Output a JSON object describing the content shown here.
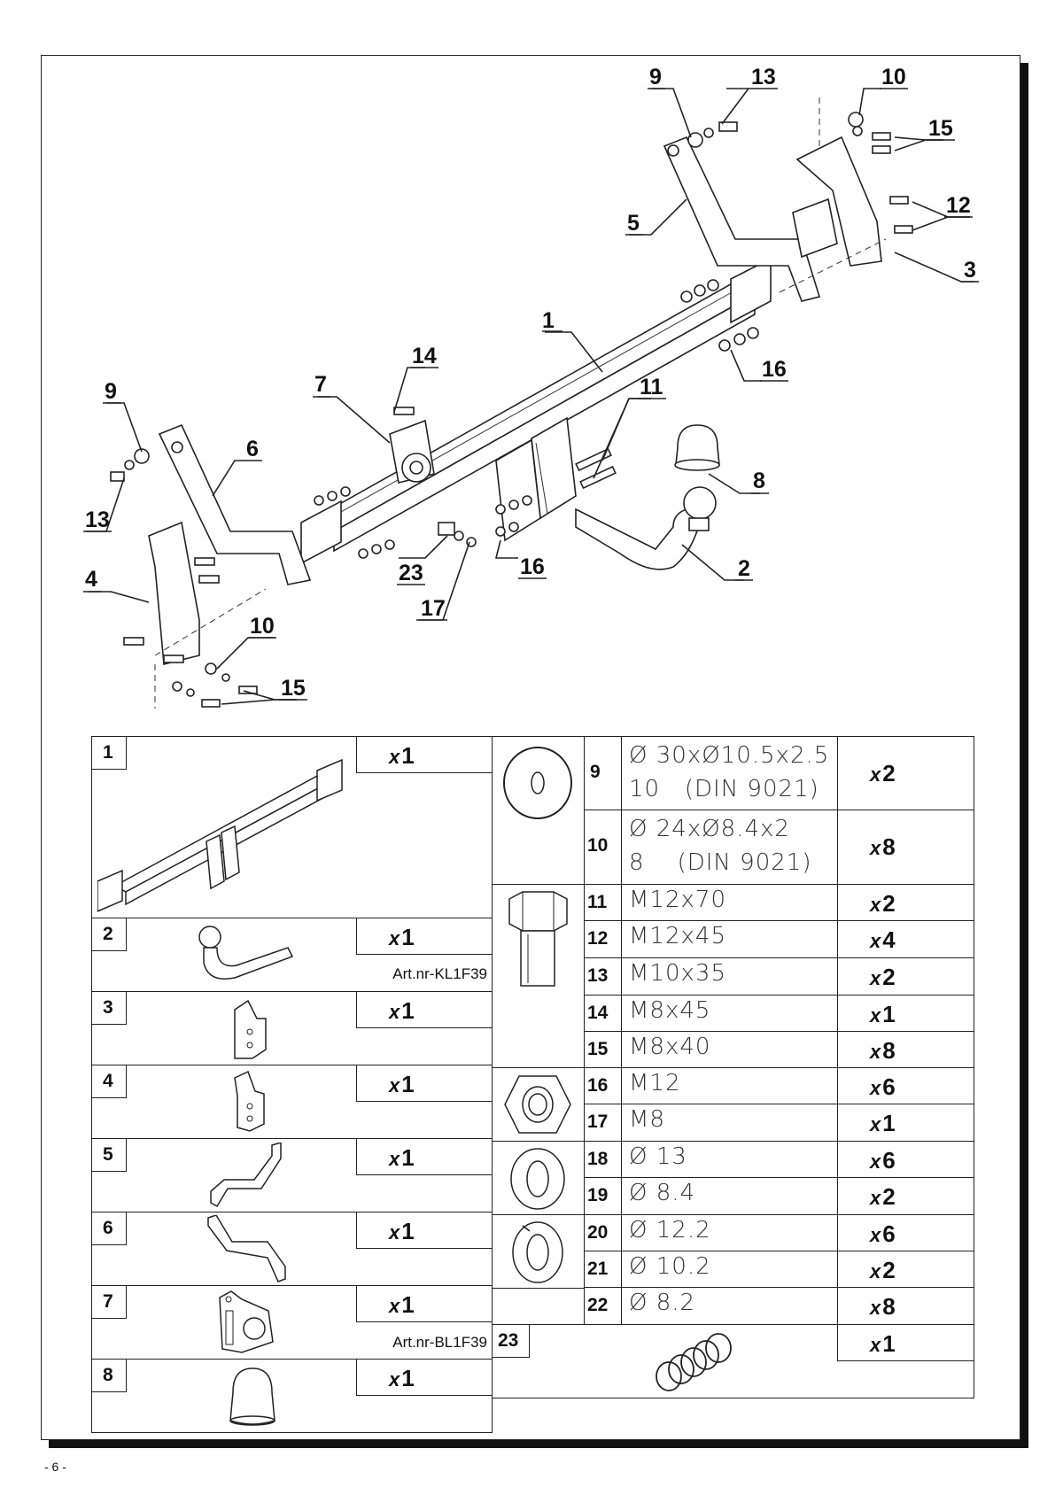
{
  "callouts": {
    "c1": "1",
    "c2": "2",
    "c3": "3",
    "c4": "4",
    "c5": "5",
    "c6": "6",
    "c7": "7",
    "c8": "8",
    "c9a": "9",
    "c9b": "9",
    "c10a": "10",
    "c10b": "10",
    "c11": "11",
    "c12": "12",
    "c13a": "13",
    "c13b": "13",
    "c14": "14",
    "c15a": "15",
    "c15b": "15",
    "c16a": "16",
    "c16b": "16",
    "c17": "17",
    "c23": "23"
  },
  "parts_left": [
    {
      "no": "1",
      "qty_prefix": "x",
      "qty": "1",
      "art": ""
    },
    {
      "no": "2",
      "qty_prefix": "x",
      "qty": "1",
      "art": "Art.nr-KL1F39"
    },
    {
      "no": "3",
      "qty_prefix": "x",
      "qty": "1",
      "art": ""
    },
    {
      "no": "4",
      "qty_prefix": "x",
      "qty": "1",
      "art": ""
    },
    {
      "no": "5",
      "qty_prefix": "x",
      "qty": "1",
      "art": ""
    },
    {
      "no": "6",
      "qty_prefix": "x",
      "qty": "1",
      "art": ""
    },
    {
      "no": "7",
      "qty_prefix": "x",
      "qty": "1",
      "art": "Art.nr-BL1F39"
    },
    {
      "no": "8",
      "qty_prefix": "x",
      "qty": "1",
      "art": ""
    }
  ],
  "parts_right": [
    {
      "no": "9",
      "spec": "Ø 30xØ10.5x2.5",
      "spec2": "10   (DIN 9021)",
      "qty_prefix": "x",
      "qty": "2"
    },
    {
      "no": "10",
      "spec": "Ø 24xØ8.4x2",
      "spec2": "8    (DIN 9021)",
      "qty_prefix": "x",
      "qty": "8"
    },
    {
      "no": "11",
      "spec": "M12x70",
      "qty_prefix": "x",
      "qty": "2"
    },
    {
      "no": "12",
      "spec": "M12x45",
      "qty_prefix": "x",
      "qty": "4"
    },
    {
      "no": "13",
      "spec": "M10x35",
      "qty_prefix": "x",
      "qty": "2"
    },
    {
      "no": "14",
      "spec": "M8x45",
      "qty_prefix": "x",
      "qty": "1"
    },
    {
      "no": "15",
      "spec": "M8x40",
      "qty_prefix": "x",
      "qty": "8"
    },
    {
      "no": "16",
      "spec": "M12",
      "qty_prefix": "x",
      "qty": "6"
    },
    {
      "no": "17",
      "spec": "M8",
      "qty_prefix": "x",
      "qty": "1"
    },
    {
      "no": "18",
      "spec": "Ø 13",
      "qty_prefix": "x",
      "qty": "6"
    },
    {
      "no": "19",
      "spec": "Ø 8.4",
      "qty_prefix": "x",
      "qty": "2"
    },
    {
      "no": "20",
      "spec": "Ø 12.2",
      "qty_prefix": "x",
      "qty": "6"
    },
    {
      "no": "21",
      "spec": "Ø 10.2",
      "qty_prefix": "x",
      "qty": "2"
    },
    {
      "no": "22",
      "spec": "Ø 8.2",
      "qty_prefix": "x",
      "qty": "8"
    },
    {
      "no": "23",
      "spec": "",
      "qty_prefix": "x",
      "qty": "1"
    }
  ],
  "icons": [
    "crossbar-icon",
    "towball-icon",
    "bracket-icon",
    "bracket-icon",
    "arm-icon",
    "arm-icon",
    "socket-plate-icon",
    "ball-cap-icon",
    "washer-icon",
    "bolt-icon",
    "nut-icon",
    "flat-washer-icon",
    "spring-washer-icon",
    "spring-icon"
  ],
  "footer": {
    "page": "- 6 -"
  }
}
